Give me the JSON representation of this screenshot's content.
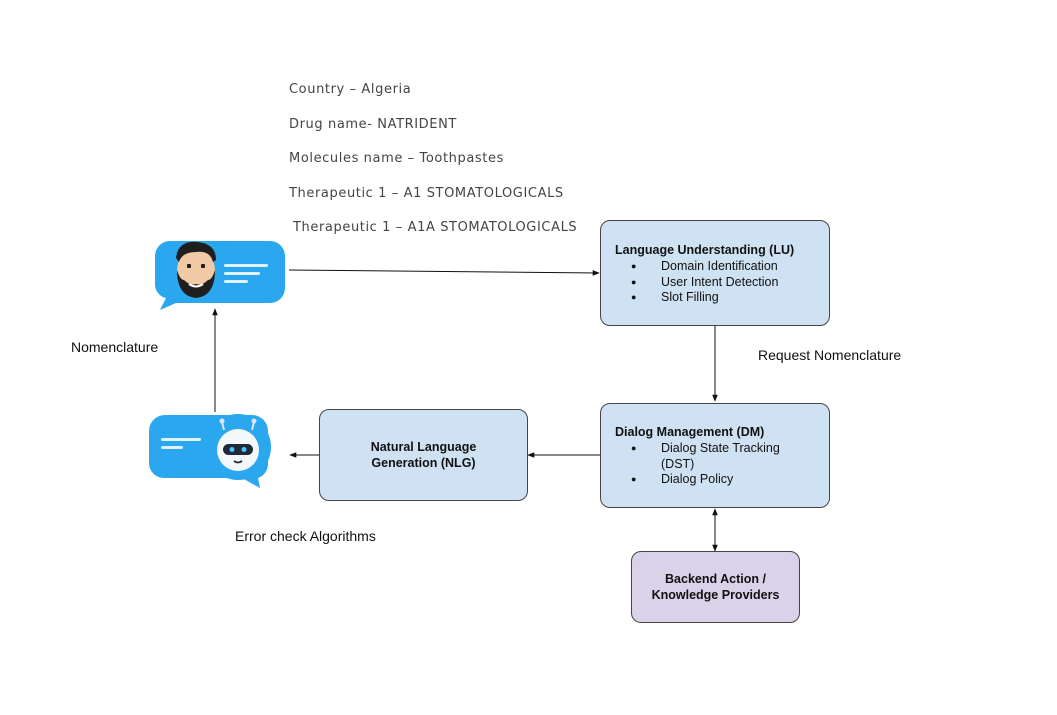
{
  "info_lines": [
    "Country – Algeria",
    "Drug name- NATRIDENT",
    "Molecules name – Toothpastes",
    "Therapeutic 1 – A1 STOMATOLOGICALS",
    "Therapeutic 1 – A1A STOMATOLOGICALS"
  ],
  "lu_box": {
    "title": "Language Understanding (LU)",
    "items": [
      "Domain Identification",
      "User Intent Detection",
      "Slot Filling"
    ]
  },
  "dm_box": {
    "title": "Dialog Management (DM)",
    "items": [
      "Dialog State Tracking (DST)",
      "Dialog Policy"
    ]
  },
  "nlg_box": {
    "title": "Natural Language Generation (NLG)"
  },
  "backend_box": {
    "title": "Backend Action / Knowledge Providers"
  },
  "labels": {
    "request": "Request Nomenclature",
    "nomenclature": "Nomenclature",
    "error_check": "Error check Algorithms"
  },
  "icons": {
    "user": "user-chat-bubble-icon",
    "bot": "bot-chat-bubble-icon"
  },
  "colors": {
    "bubble": "#2aa7ee",
    "lu_dm_nlg_fill": "#cfe2f3",
    "backend_fill": "#d9d2e9"
  }
}
